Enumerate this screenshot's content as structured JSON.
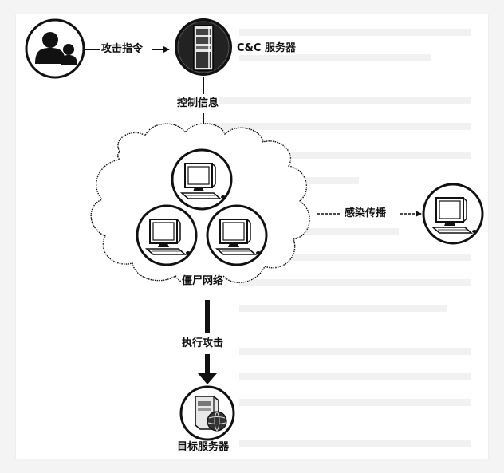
{
  "nodes": {
    "attacker": {
      "icon": "users-icon"
    },
    "cc_server": {
      "label": "C&C 服务器",
      "icon": "server-tower-icon"
    },
    "botnet": {
      "label": "僵尸网络",
      "icon": "cloud-icon"
    },
    "infected_host": {
      "icon": "computer-icon"
    },
    "target_server": {
      "label": "目标服务器",
      "icon": "server-globe-icon"
    }
  },
  "edges": {
    "attack_command": {
      "label": "攻击指令"
    },
    "control_info": {
      "label": "控制信息"
    },
    "infection_spread": {
      "label": "感染传播"
    },
    "execute_attack": {
      "label": "执行攻击"
    }
  },
  "colors": {
    "ink": "#111111",
    "background": "#ffffff",
    "faded_text": "#d9d9d9"
  }
}
